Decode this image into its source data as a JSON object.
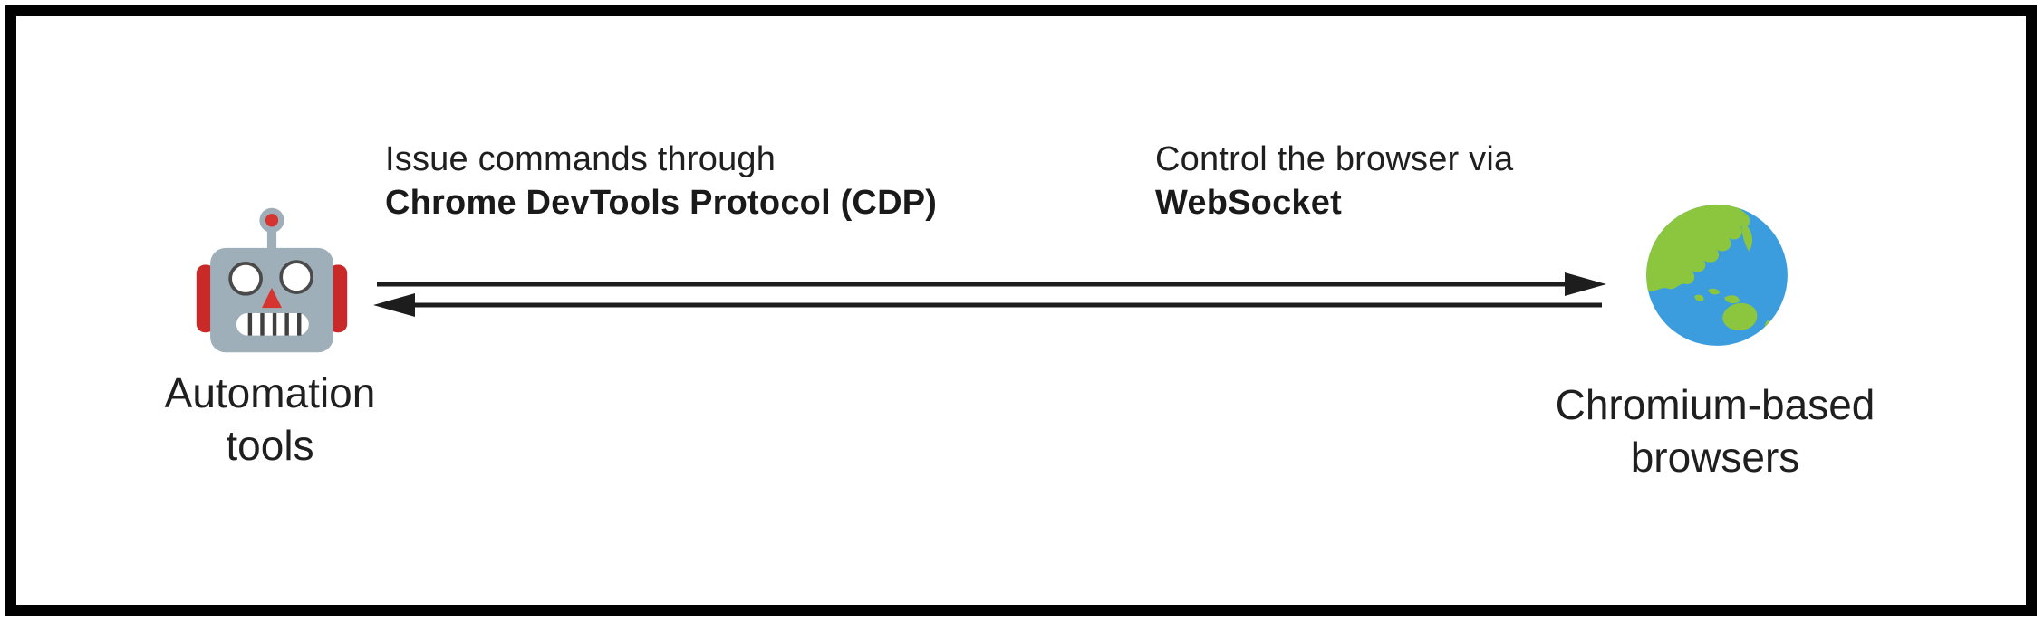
{
  "diagram": {
    "left_node": {
      "icon": "robot",
      "label": "Automation\ntools"
    },
    "right_node": {
      "icon": "globe-asia-australia",
      "label": "Chromium-based\nbrowsers"
    },
    "forward_link": {
      "line1": "Issue commands through",
      "line2": "Chrome DevTools Protocol (CDP)"
    },
    "backward_link": {
      "line1": "Control the browser via",
      "line2": "WebSocket"
    },
    "colors": {
      "frame_border": "#010101",
      "text": "#1f1f1f",
      "arrow": "#1d1d1d",
      "robot_head": "#9fafb9",
      "robot_accent": "#d6352f",
      "globe_ocean": "#3b9cde",
      "globe_land": "#8cc63f"
    }
  }
}
